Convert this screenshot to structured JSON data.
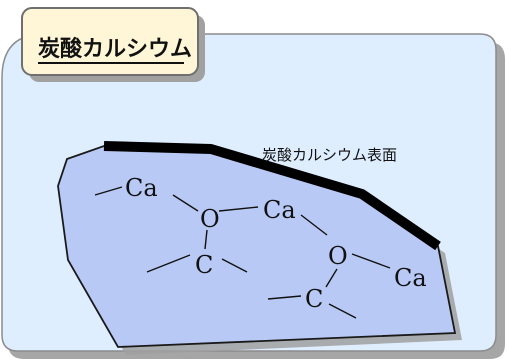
{
  "title": "炭酸カルシウム",
  "surface_label": "炭酸カルシウム表面",
  "atoms": {
    "ca1": "Ca",
    "ca2": "Ca",
    "ca3": "Ca",
    "o1": "O",
    "o2": "O",
    "c1": "C",
    "c2": "C"
  },
  "colors": {
    "panel_fill": "#dfeeff",
    "panel_stroke": "#8c8c8c",
    "title_fill": "#fff6d8",
    "crystal_fill": "#b9c9f6",
    "crystal_stroke": "#1a1a1a",
    "surface_line": "#000000",
    "shadow": "#9a9a9a"
  }
}
